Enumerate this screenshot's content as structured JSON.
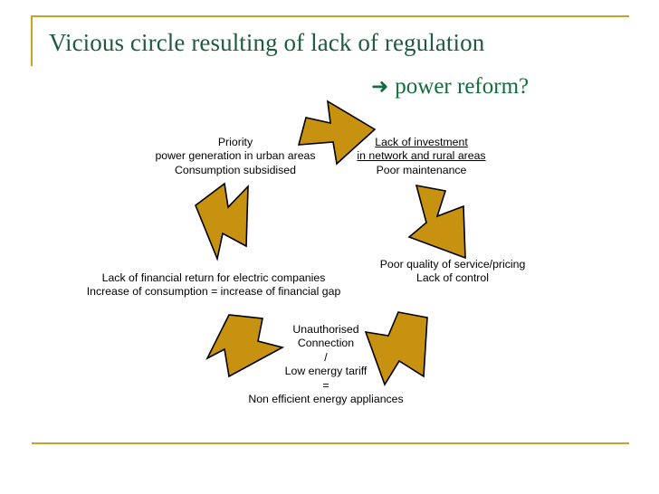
{
  "slide": {
    "title": "Vicious circle resulting of lack of regulation",
    "subtitle_arrow_glyph": "➜",
    "subtitle_text": "power reform?",
    "accent_gold": "#C9A227",
    "arrow_fill": "#C89211",
    "title_color": "#1F5B42",
    "body_color": "#000000"
  },
  "cycle": {
    "nodes": [
      {
        "id": "top-left",
        "lines": [
          {
            "text": "Priority",
            "underline": false
          },
          {
            "text": "power generation in urban areas",
            "underline": false
          },
          {
            "text": "Consumption subsidised",
            "underline": false
          }
        ]
      },
      {
        "id": "top-right",
        "lines": [
          {
            "text": "Lack of investment",
            "underline": true
          },
          {
            "text": "in network and rural areas",
            "underline": true
          },
          {
            "text": "Poor maintenance",
            "underline": false
          }
        ]
      },
      {
        "id": "right",
        "lines": [
          {
            "text": "Poor quality of service/pricing",
            "underline": false
          },
          {
            "text": "Lack of control",
            "underline": false
          }
        ]
      },
      {
        "id": "left",
        "lines": [
          {
            "text": "Lack of financial return for electric companies",
            "underline": false
          },
          {
            "text": "Increase of consumption = increase of financial gap",
            "underline": false
          }
        ]
      },
      {
        "id": "bottom",
        "lines": [
          {
            "text": "Unauthorised",
            "underline": false
          },
          {
            "text": "Connection",
            "underline": false
          },
          {
            "text": "/",
            "underline": false
          },
          {
            "text": "Low energy tariff",
            "underline": false
          },
          {
            "text": "=",
            "underline": false
          },
          {
            "text": "Non efficient energy appliances",
            "underline": false
          }
        ]
      }
    ],
    "arrows": [
      {
        "id": "arrow-top-upright",
        "direction": "up-right"
      },
      {
        "id": "arrow-right-downright",
        "direction": "down-right"
      },
      {
        "id": "arrow-bottom-right-downleft",
        "direction": "down-left"
      },
      {
        "id": "arrow-bottom-left-upleft",
        "direction": "up-left"
      },
      {
        "id": "arrow-left-upright",
        "direction": "up-right"
      }
    ]
  }
}
